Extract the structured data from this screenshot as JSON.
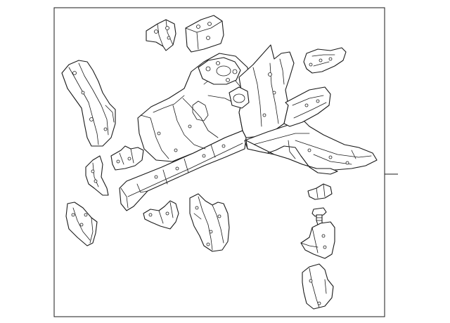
{
  "diagram": {
    "parts": [
      {
        "id": "main-frame-assembly"
      },
      {
        "id": "upper-bracket-left"
      },
      {
        "id": "upper-bracket-right"
      },
      {
        "id": "upper-right-bracket"
      },
      {
        "id": "left-upper-rail"
      },
      {
        "id": "left-small-bracket"
      },
      {
        "id": "left-mid-bracket"
      },
      {
        "id": "left-lower-plate"
      },
      {
        "id": "center-lower-bracket"
      },
      {
        "id": "center-extension-bracket"
      },
      {
        "id": "right-small-clip"
      },
      {
        "id": "right-bolt"
      },
      {
        "id": "right-mid-bracket"
      },
      {
        "id": "right-lower-bracket"
      }
    ],
    "callouts": [
      {
        "id": "callout-line-right"
      }
    ]
  }
}
